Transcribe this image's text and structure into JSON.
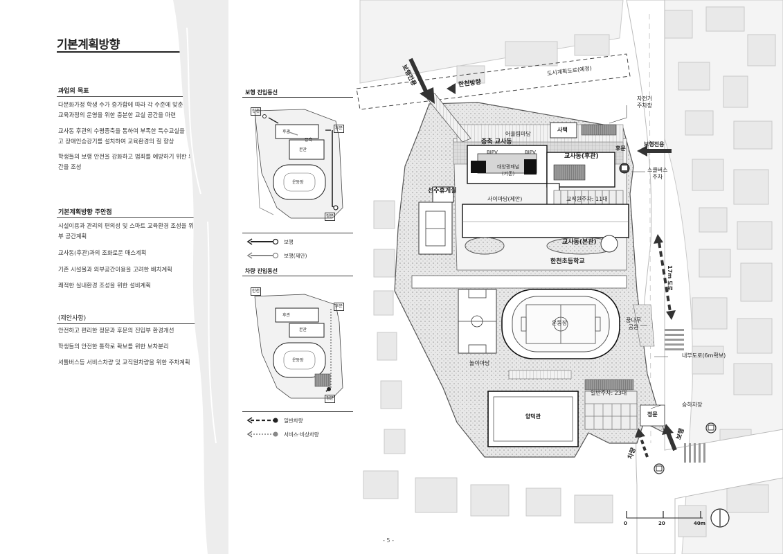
{
  "page": {
    "title": "기본계획방향",
    "page_number": "- 5 -"
  },
  "sections": [
    {
      "heading": "과업의 목표",
      "paragraphs": [
        "다문화가정 학생 수가 증가함에 따라 각 수준에 맞춘 한국어 교육과정의 운영을 위한 충분한 교실 공간을 마련",
        "교사동 후관의 수평증축을 통하여 부족한 특수교실을 확충하고 장애인승강기를 설치하여 교육환경의 질 향상",
        "학생들의 보행 안전을 강화하고 범죄를 예방하기 위한 외부공간을 조성"
      ]
    },
    {
      "heading": "기본계획방향 주안점",
      "paragraphs": [
        "시설이용과 관리의 편의성 및 스마트 교육환경 조성을 위한 내부 공간계획",
        "교사동(후관)과의 조화로운 매스계획",
        "기존 시설물과 외부공간이용을 고려한 배치계획",
        "쾌적한 실내환경 조성을 위한 설비계획"
      ]
    },
    {
      "heading": "(제안사항)",
      "paragraphs": [
        "안전하고 편리한 정문과 후문의 진입부 환경개선",
        "학생들의 안전한 통학로 확보를 위한 보차분리",
        "셔틀버스등 서비스차량 및 교직원차량을 위한 주차계획"
      ]
    }
  ],
  "mini_maps": {
    "pedestrian": {
      "title": "보행 진입동선",
      "labels": {
        "hancheon": "한천",
        "back_gate": "후문",
        "front_gate": "정문",
        "rear_bldg": "후관",
        "main_bldg": "본관",
        "field": "운동장",
        "extension": "증축"
      },
      "legend": [
        {
          "label": "보행"
        },
        {
          "label": "보행(제안)"
        }
      ]
    },
    "vehicle": {
      "title": "차량 진입동선",
      "labels": {
        "hancheon": "한천",
        "back_gate": "후문",
        "front_gate": "정문",
        "rear_bldg": "후관",
        "main_bldg": "본관",
        "field": "운동장"
      },
      "legend": [
        {
          "label": "일반차량"
        },
        {
          "label": "서비스·비상차량"
        }
      ]
    }
  },
  "site_plan": {
    "labels": {
      "ped_only_nw": "보행전용",
      "hancheon_dir": "한천방향",
      "planned_road": "도시계획도로(예정)",
      "bike_parking": "자전거\n주차장",
      "ped_only_e": "보행전용",
      "harmony_yard": "어울림마당",
      "warehouse": "사택",
      "extension_bldg": "증축 교사동",
      "bipv1": "BIPV",
      "bipv2": "BIPV",
      "rear_bldg": "교사동(후관)",
      "back_gate": "후문",
      "school_bus": "스쿨버스\n주차",
      "solar": "태양광패널\n(기존)",
      "athlete_lounge": "선수휴게실",
      "side_yard": "사이마당(제안)",
      "staff_parking": "교직원주차: 11대",
      "main_bldg": "교사동(본관)",
      "school_name": "한천초등학교",
      "road_width": "17m 도로",
      "field": "운동장",
      "dream_park": "꿈나무\n공원",
      "internal_road": "내부도로(6m확보)",
      "play_yard": "놀이마당",
      "gym": "양덕관",
      "general_parking": "일반주차: 23대",
      "dropoff": "승하차장",
      "front_gate": "정문",
      "vehicle_arrow": "차량",
      "ped_arrow": "보행"
    },
    "scale": {
      "ticks": [
        "0",
        "20",
        "40m"
      ]
    }
  },
  "colors": {
    "ink": "#222222",
    "light_fill": "#e6e6e6",
    "mid_fill": "#cfcfcf",
    "dark_fill": "#888888",
    "paper": "#ffffff"
  }
}
